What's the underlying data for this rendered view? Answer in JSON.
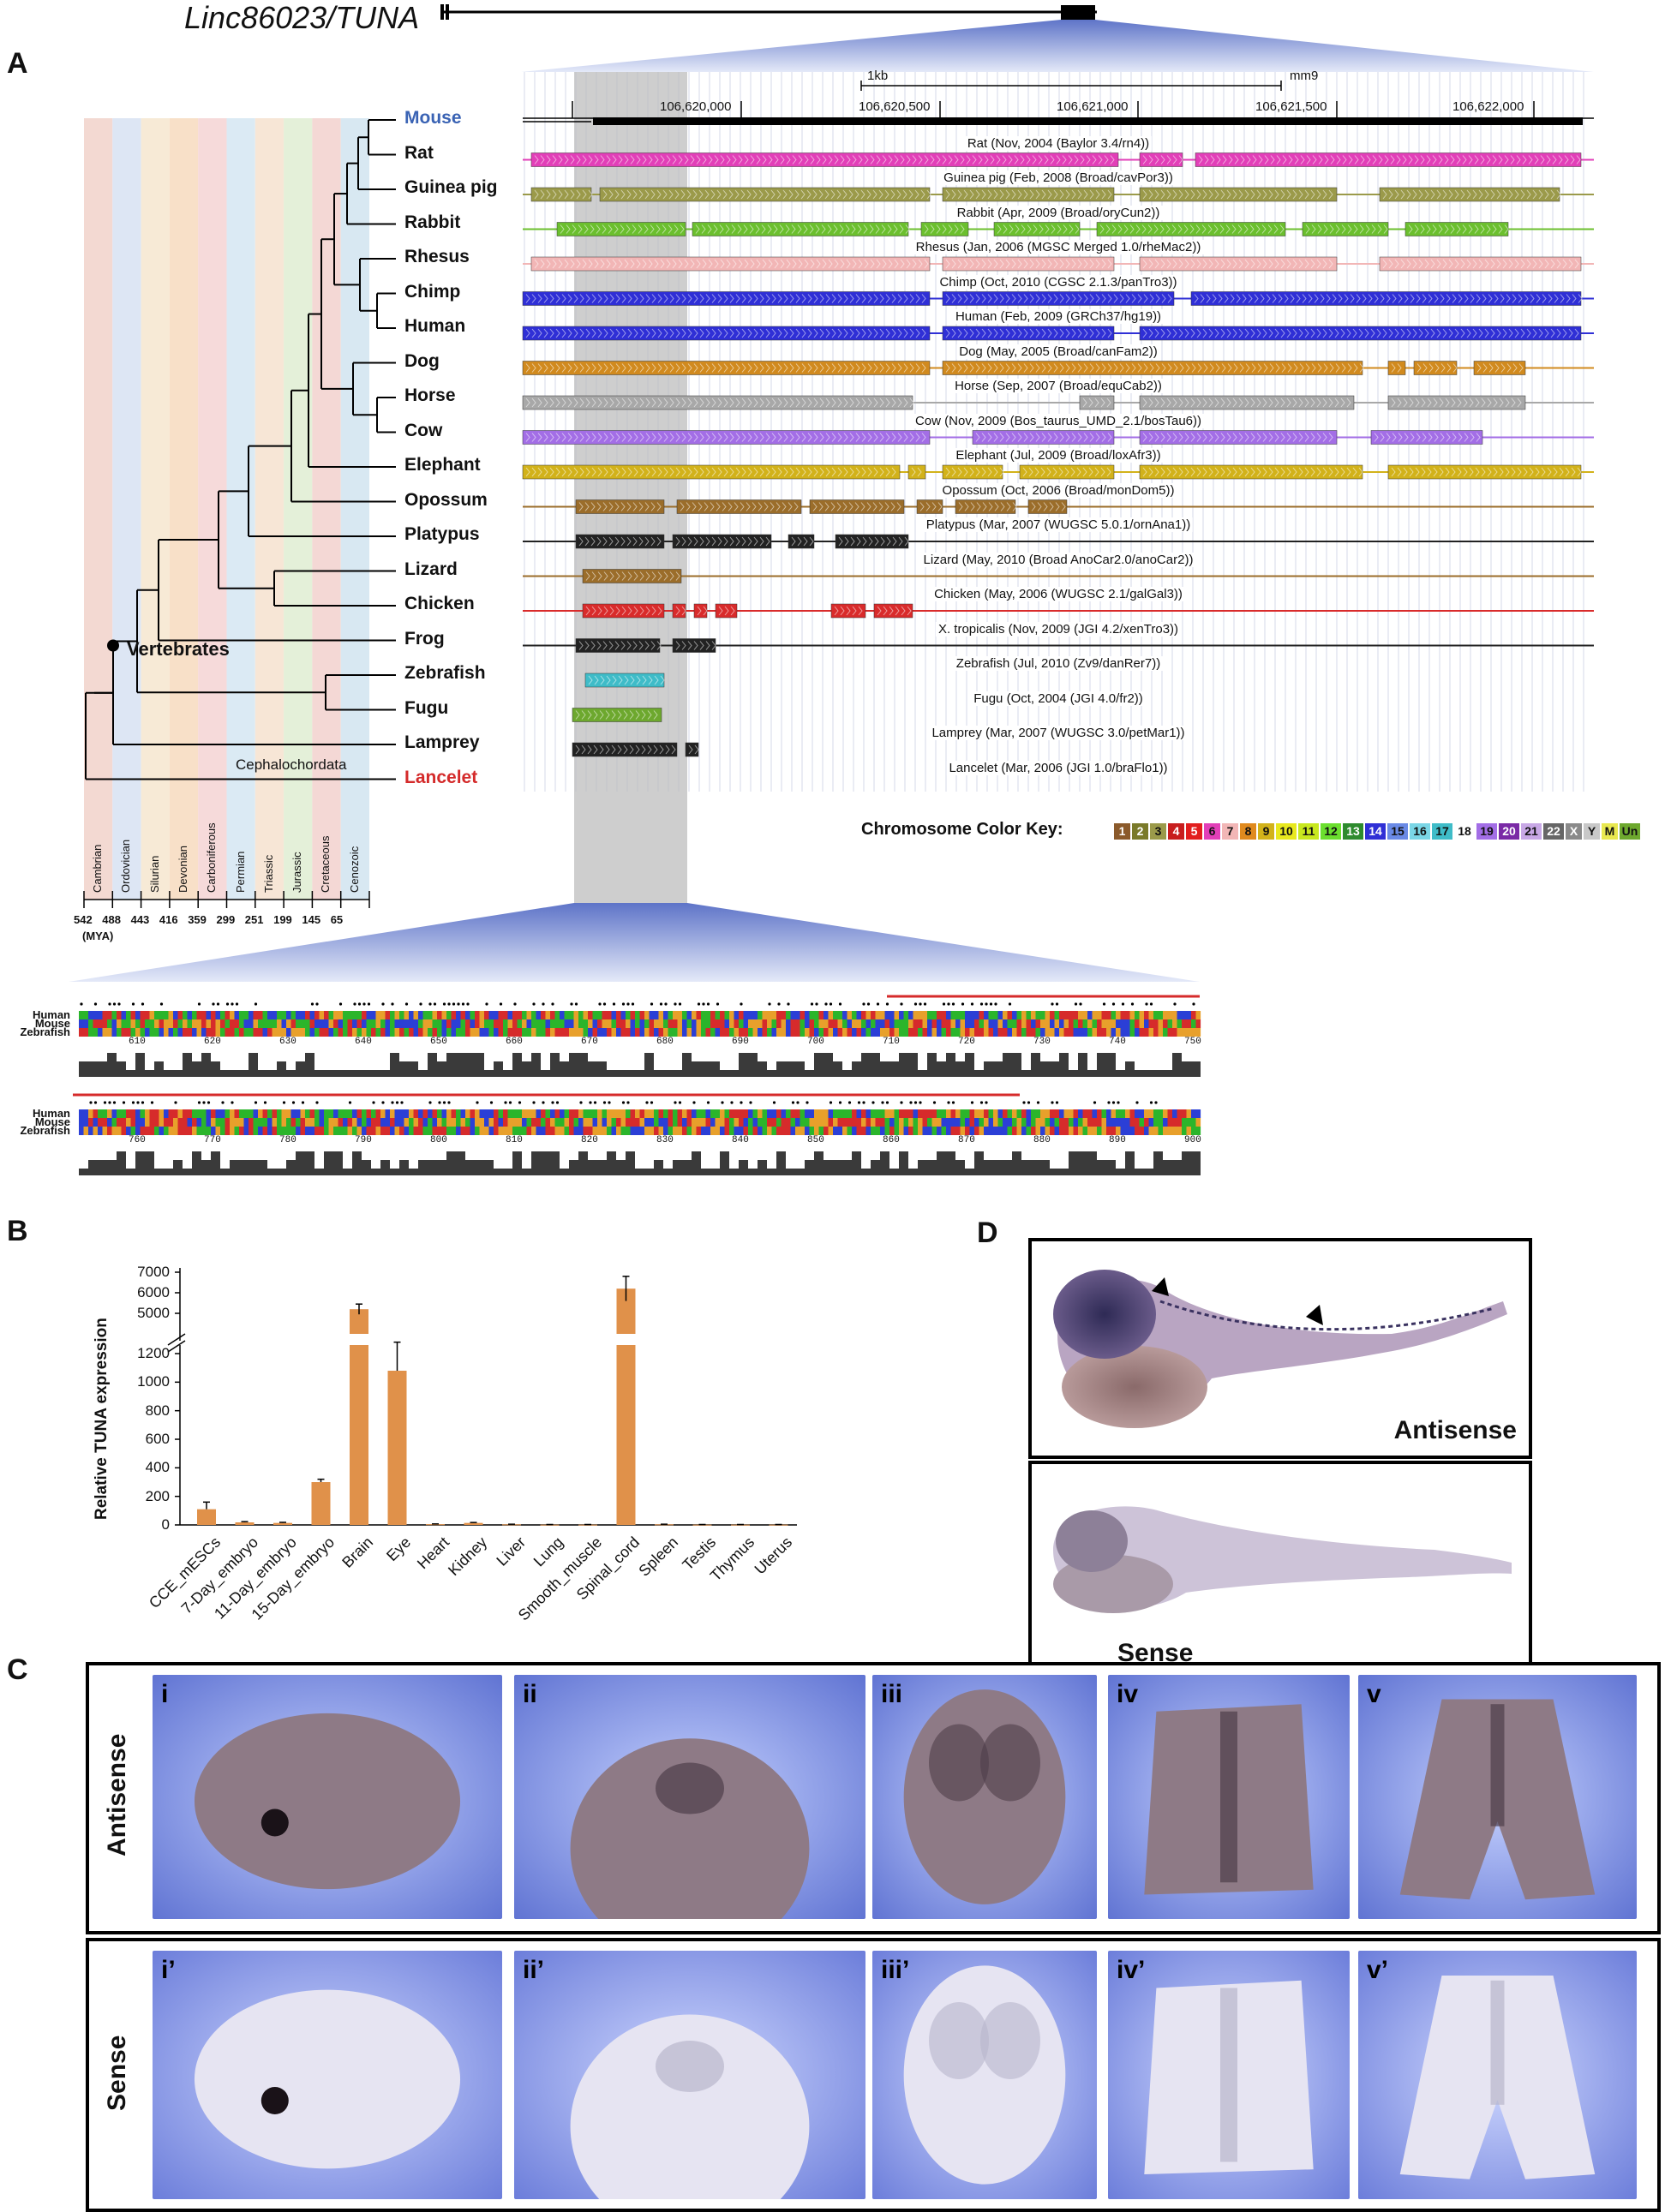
{
  "gene_title": "Linc86023/TUNA",
  "panels": {
    "A": "A",
    "B": "B",
    "C": "C",
    "D": "D"
  },
  "panel_a": {
    "species": [
      {
        "name": "Mouse",
        "color": "#3a63b4"
      },
      {
        "name": "Rat",
        "color": "#111111"
      },
      {
        "name": "Guinea pig",
        "color": "#111111"
      },
      {
        "name": "Rabbit",
        "color": "#111111"
      },
      {
        "name": "Rhesus",
        "color": "#111111"
      },
      {
        "name": "Chimp",
        "color": "#111111"
      },
      {
        "name": "Human",
        "color": "#111111"
      },
      {
        "name": "Dog",
        "color": "#111111"
      },
      {
        "name": "Horse",
        "color": "#111111"
      },
      {
        "name": "Cow",
        "color": "#111111"
      },
      {
        "name": "Elephant",
        "color": "#111111"
      },
      {
        "name": "Opossum",
        "color": "#111111"
      },
      {
        "name": "Platypus",
        "color": "#111111"
      },
      {
        "name": "Lizard",
        "color": "#111111"
      },
      {
        "name": "Chicken",
        "color": "#111111"
      },
      {
        "name": "Frog",
        "color": "#111111"
      },
      {
        "name": "Zebrafish",
        "color": "#111111"
      },
      {
        "name": "Fugu",
        "color": "#111111"
      },
      {
        "name": "Lamprey",
        "color": "#111111"
      },
      {
        "name": "Lancelet",
        "color": "#d42a2a"
      }
    ],
    "vertebrates_label": "Vertebrates",
    "cephalochordata_label": "Cephalochordata",
    "eras": [
      "Cambrian",
      "Ordovician",
      "Silurian",
      "Devonian",
      "Carboniferous",
      "Permian",
      "Triassic",
      "Jurassic",
      "Cretaceous",
      "Cenozoic"
    ],
    "era_colors": [
      "#f3d9d2",
      "#dde6f4",
      "#f7ead6",
      "#f8e0c8",
      "#f6dada",
      "#dbeaf4",
      "#f7e6d6",
      "#e4f0d9",
      "#f4d8d5",
      "#d8e8f2"
    ],
    "mya_ticks": [
      "542",
      "488",
      "443",
      "416",
      "359",
      "299",
      "251",
      "199",
      "145",
      "65"
    ],
    "mya_unit": "(MYA)",
    "scale_bar_label": "1kb",
    "assembly_label": "mm9",
    "coord_ticks": [
      "106,620,000",
      "106,620,500",
      "106,621,000",
      "106,621,500",
      "106,622,000"
    ],
    "tracks": [
      {
        "label": "",
        "color": "#000000"
      },
      {
        "label": "Rat (Nov, 2004 (Baylor 3.4/rn4))",
        "color": "#e23fb8"
      },
      {
        "label": "Guinea pig (Feb, 2008 (Broad/cavPor3))",
        "color": "#9b9a4a"
      },
      {
        "label": "Rabbit (Apr, 2009 (Broad/oryCun2))",
        "color": "#6bbf2e"
      },
      {
        "label": "Rhesus (Jan, 2006 (MGSC Merged 1.0/rheMac2))",
        "color": "#f2b6b6"
      },
      {
        "label": "Chimp (Oct, 2010 (CGSC 2.1.3/panTro3))",
        "color": "#2f2fd6"
      },
      {
        "label": "Human (Feb, 2009 (GRCh37/hg19))",
        "color": "#2f2fd6"
      },
      {
        "label": "Dog (May, 2005 (Broad/canFam2))",
        "color": "#d18a1e"
      },
      {
        "label": "Horse (Sep, 2007 (Broad/equCab2))",
        "color": "#a8a8a8"
      },
      {
        "label": "Cow (Nov, 2009 (Bos_taurus_UMD_2.1/bosTau6))",
        "color": "#a36ee6"
      },
      {
        "label": "Elephant (Jul, 2009 (Broad/loxAfr3))",
        "color": "#d2b21a"
      },
      {
        "label": "Opossum (Oct, 2006 (Broad/monDom5))",
        "color": "#9b6d2a"
      },
      {
        "label": "Platypus (Mar, 2007 (WUGSC 5.0.1/ornAna1))",
        "color": "#222222"
      },
      {
        "label": "Lizard (May, 2010 (Broad AnoCar2.0/anoCar2))",
        "color": "#9b6d2a"
      },
      {
        "label": "Chicken (May, 2006 (WUGSC 2.1/galGal3))",
        "color": "#d92b2b"
      },
      {
        "label": "X. tropicalis (Nov, 2009 (JGI 4.2/xenTro3))",
        "color": "#222222"
      },
      {
        "label": "Zebrafish (Jul, 2010 (Zv9/danRer7))",
        "color": "#3fbcc8"
      },
      {
        "label": "Fugu (Oct, 2004 (JGI 4.0/fr2))",
        "color": "#6da82e"
      },
      {
        "label": "Lamprey (Mar, 2007 (WUGSC 3.0/petMar1))",
        "color": "#222222"
      },
      {
        "label": "Lancelet (Mar, 2006 (JGI 1.0/braFlo1))",
        "color": "#222222"
      }
    ],
    "color_key_title": "Chromosome Color Key:",
    "color_key": [
      {
        "label": "1",
        "color": "#8b5a2b"
      },
      {
        "label": "2",
        "color": "#7a7a2a"
      },
      {
        "label": "3",
        "color": "#9b9a4a"
      },
      {
        "label": "4",
        "color": "#c81e1e"
      },
      {
        "label": "5",
        "color": "#e21e1e"
      },
      {
        "label": "6",
        "color": "#e23fb8"
      },
      {
        "label": "7",
        "color": "#f2b6b6"
      },
      {
        "label": "8",
        "color": "#e08a1e"
      },
      {
        "label": "9",
        "color": "#d2b21a"
      },
      {
        "label": "10",
        "color": "#e8e81e"
      },
      {
        "label": "11",
        "color": "#c8e81e"
      },
      {
        "label": "12",
        "color": "#6bdf2e"
      },
      {
        "label": "13",
        "color": "#2e8b2e"
      },
      {
        "label": "14",
        "color": "#2f2fd6"
      },
      {
        "label": "15",
        "color": "#6a8ae6"
      },
      {
        "label": "16",
        "color": "#7ad6e6"
      },
      {
        "label": "17",
        "color": "#3fbcc8"
      },
      {
        "label": "18",
        "color": "#ffffff"
      },
      {
        "label": "19",
        "color": "#a36ee6"
      },
      {
        "label": "20",
        "color": "#7a2aa6"
      },
      {
        "label": "21",
        "color": "#c8a8e6"
      },
      {
        "label": "22",
        "color": "#666666"
      },
      {
        "label": "X",
        "color": "#8a8a8a"
      },
      {
        "label": "Y",
        "color": "#c8c8c8"
      },
      {
        "label": "M",
        "color": "#e8e850"
      },
      {
        "label": "Un",
        "color": "#6da82e"
      }
    ],
    "alignment": {
      "names": [
        "Human",
        "Mouse",
        "Zebrafish"
      ],
      "row1_numbers": [
        "610",
        "620",
        "630",
        "640",
        "650",
        "660",
        "670",
        "680",
        "690",
        "700",
        "710",
        "720",
        "730",
        "740",
        "750"
      ],
      "row2_numbers": [
        "760",
        "770",
        "780",
        "790",
        "800",
        "810",
        "820",
        "830",
        "840",
        "850",
        "860",
        "870",
        "880",
        "890",
        "900"
      ]
    }
  },
  "chart_data": {
    "type": "bar",
    "ylabel": "Relative TUNA expression",
    "categories": [
      "CCE_mESCs",
      "7-Day_embryo",
      "11-Day_embryo",
      "15-Day_embryo",
      "Brain",
      "Eye",
      "Heart",
      "Kidney",
      "Liver",
      "Lung",
      "Smooth_muscle",
      "Spinal_cord",
      "Spleen",
      "Testis",
      "Thymus",
      "Uterus"
    ],
    "values": [
      110,
      18,
      14,
      300,
      5200,
      1080,
      5,
      14,
      4,
      2,
      2,
      6200,
      4,
      2,
      2,
      2
    ],
    "errors": [
      50,
      5,
      4,
      20,
      250,
      200,
      2,
      3,
      1,
      1,
      1,
      600,
      1,
      1,
      1,
      1
    ],
    "lower_ticks": [
      "0",
      "200",
      "400",
      "600",
      "800",
      "1000",
      "1200"
    ],
    "upper_ticks": [
      "5000",
      "6000",
      "7000"
    ],
    "lower_range": [
      0,
      1200
    ],
    "upper_range": [
      4500,
      7000
    ],
    "bar_color": "#e0914a",
    "axis_break": true
  },
  "panel_c": {
    "antisense_label": "Antisense",
    "sense_label": "Sense",
    "antisense_images": [
      "i",
      "ii",
      "iii",
      "iv",
      "v"
    ],
    "sense_images": [
      "i’",
      "ii’",
      "iii’",
      "iv’",
      "v’"
    ]
  },
  "panel_d": {
    "antisense_label": "Antisense",
    "sense_label": "Sense"
  }
}
